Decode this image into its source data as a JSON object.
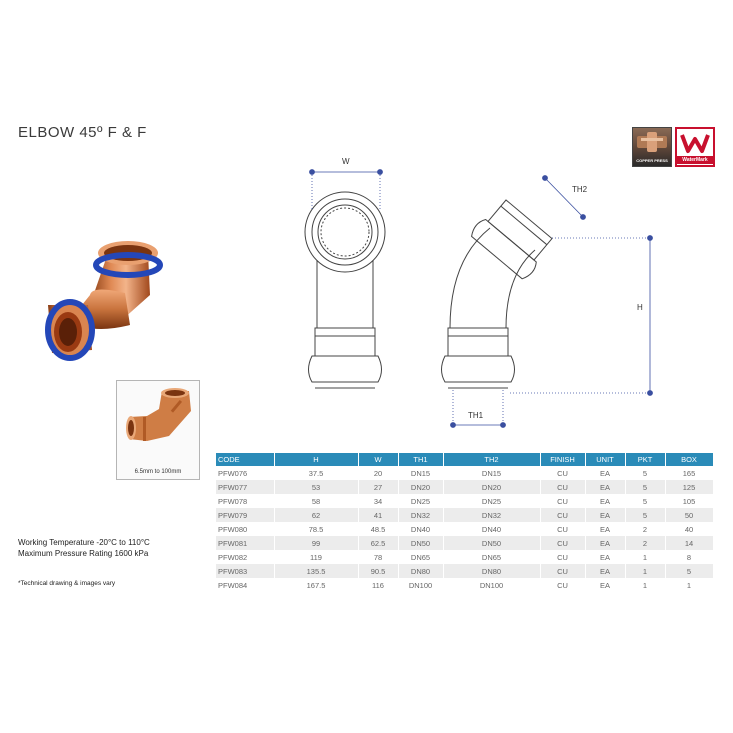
{
  "title": "ELBOW 45º F & F",
  "badges": {
    "copper_label": "COPPER PRESS",
    "watermark_label": "WaterMark"
  },
  "thumbnail_caption": "6.5mm to 100mm",
  "specs": {
    "working_temperature": "Working Temperature  -20°C to 110°C",
    "max_pressure": "Maximum Pressure Rating  1600 kPa"
  },
  "note": "*Technical drawing & images vary",
  "drawing_labels": {
    "w": "W",
    "th1": "TH1",
    "th2": "TH2",
    "h": "H"
  },
  "table": {
    "headers": [
      "CODE",
      "H",
      "W",
      "TH1",
      "TH2",
      "FINISH",
      "UNIT",
      "PKT",
      "BOX"
    ],
    "rows": [
      [
        "PFW076",
        "37.5",
        "20",
        "DN15",
        "DN15",
        "CU",
        "EA",
        "5",
        "165"
      ],
      [
        "PFW077",
        "53",
        "27",
        "DN20",
        "DN20",
        "CU",
        "EA",
        "5",
        "125"
      ],
      [
        "PFW078",
        "58",
        "34",
        "DN25",
        "DN25",
        "CU",
        "EA",
        "5",
        "105"
      ],
      [
        "PFW079",
        "62",
        "41",
        "DN32",
        "DN32",
        "CU",
        "EA",
        "5",
        "50"
      ],
      [
        "PFW080",
        "78.5",
        "48.5",
        "DN40",
        "DN40",
        "CU",
        "EA",
        "2",
        "40"
      ],
      [
        "PFW081",
        "99",
        "62.5",
        "DN50",
        "DN50",
        "CU",
        "EA",
        "2",
        "14"
      ],
      [
        "PFW082",
        "119",
        "78",
        "DN65",
        "DN65",
        "CU",
        "EA",
        "1",
        "8"
      ],
      [
        "PFW083",
        "135.5",
        "90.5",
        "DN80",
        "DN80",
        "CU",
        "EA",
        "1",
        "5"
      ],
      [
        "PFW084",
        "167.5",
        "116",
        "DN100",
        "DN100",
        "CU",
        "EA",
        "1",
        "1"
      ]
    ]
  },
  "colors": {
    "header_blue": "#2a8bb8",
    "copper": "#c8733d",
    "ring_blue": "#2447b8",
    "dim_line": "#3a4fa0"
  }
}
